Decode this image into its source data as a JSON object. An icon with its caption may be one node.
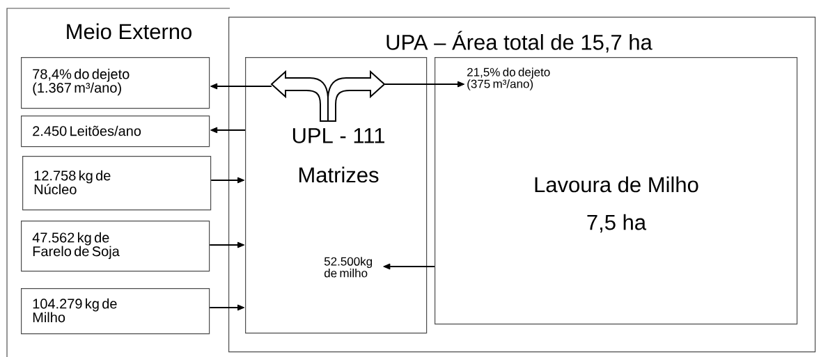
{
  "diagram": {
    "nodes": [
      {
        "text": [
          "Meio Externo"
        ]
      },
      {
        "text": [
          "UPA – Área total de 15,7 ha"
        ]
      },
      {
        "text": [
          "78,4% do dejeto (1.367 m³/ano)"
        ],
        "in": 0
      },
      {
        "text": [
          "2.450 Leitões/ano"
        ],
        "in": 0
      },
      {
        "text": [
          "12.758 kg de Núcleo"
        ],
        "in": 0
      },
      {
        "text": [
          "47.562 kg de Farelo de Soja"
        ],
        "in": 0
      },
      {
        "text": [
          "104.279 kg de Milho"
        ],
        "in": 0
      },
      {
        "text": [
          "UPL - 111",
          "Matrizes"
        ],
        "in": 1
      },
      {
        "text": [],
        "shape": "picture",
        "in": 7
      },
      {
        "text": [
          "52.500kg de milho"
        ],
        "in": 7
      },
      {
        "text": [
          "Lavoura de Milho",
          "7,5 ha"
        ],
        "in": 1
      },
      {
        "text": [
          "21,5% do dejeto (375 m³/ano)"
        ],
        "in": 10
      }
    ],
    "edges": [
      {
        "from": 8,
        "to": 2,
        "arrow": "to"
      },
      {
        "from": 8,
        "to": 11,
        "arrow": "to"
      },
      {
        "from": 7,
        "to": 3,
        "arrow": "to"
      },
      {
        "from": 4,
        "to": 7,
        "arrow": "to"
      },
      {
        "from": 5,
        "to": 7,
        "arrow": "to"
      },
      {
        "from": 6,
        "to": 7,
        "arrow": "to"
      },
      {
        "from": 10,
        "to": 9,
        "arrow": "to"
      }
    ]
  }
}
